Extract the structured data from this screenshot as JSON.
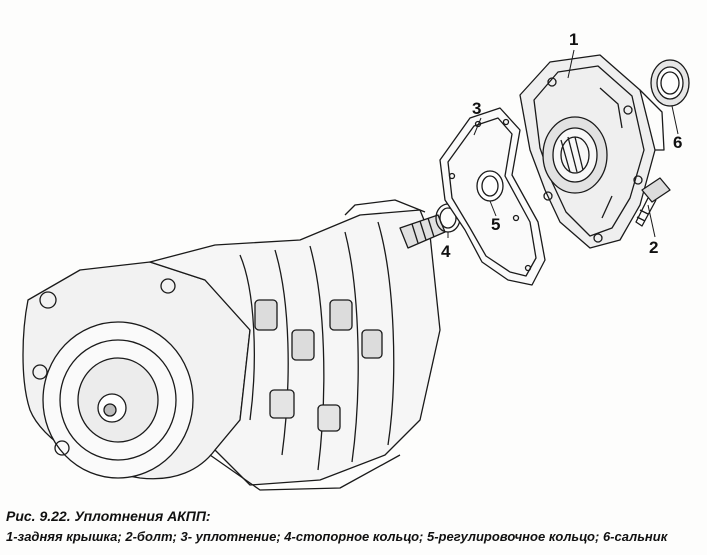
{
  "figure": {
    "caption_title": "Рис. 9.22. Уплотнения АКПП:",
    "caption_legend": "1-задняя крышка; 2-болт; 3- уплотнение; 4-стопорное кольцо; 5-регулировочное кольцо; 6-сальник"
  },
  "callouts": [
    {
      "id": "1",
      "label": "1",
      "part": "задняя крышка"
    },
    {
      "id": "2",
      "label": "2",
      "part": "болт"
    },
    {
      "id": "3",
      "label": "3",
      "part": "уплотнение"
    },
    {
      "id": "4",
      "label": "4",
      "part": "стопорное кольцо"
    },
    {
      "id": "5",
      "label": "5",
      "part": "регулировочное кольцо"
    },
    {
      "id": "6",
      "label": "6",
      "part": "сальник"
    }
  ],
  "colors": {
    "ink": "#1a1a1a",
    "paper": "#fdfdfc",
    "shade": "#bdbdbd"
  }
}
